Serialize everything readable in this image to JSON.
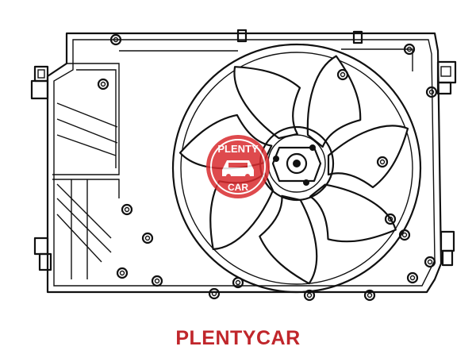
{
  "caption": {
    "text": "PLENTYCAR",
    "color": "#c0262b"
  },
  "watermark": {
    "line1": "PLENTY",
    "line2": "CAR",
    "color": "#d92b2f",
    "icon": "car-icon"
  },
  "colors": {
    "line": "#111111",
    "background": "#ffffff"
  }
}
